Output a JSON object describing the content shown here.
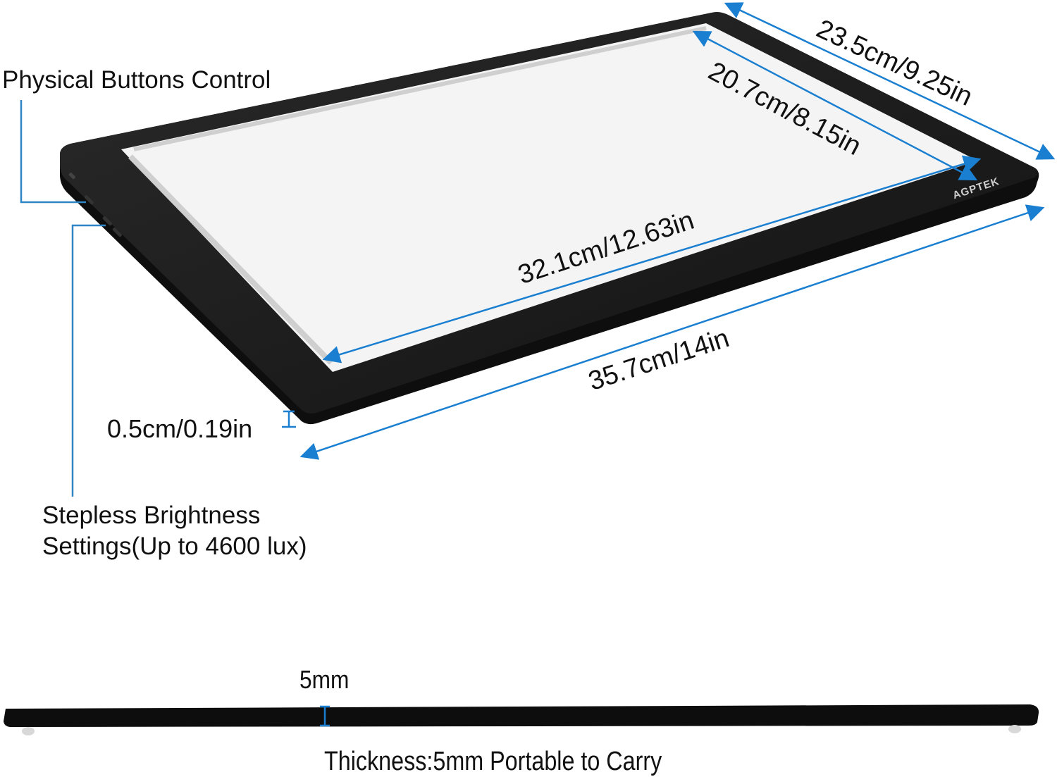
{
  "labels": {
    "physical_buttons": "Physical Buttons Control",
    "brightness_line1": "Stepless Brightness",
    "brightness_line2": "Settings(Up to 4600 lux)",
    "edge_thickness": "0.5cm/0.19in",
    "thickness_value": "5mm",
    "thickness_caption": "Thickness:5mm Portable to Carry"
  },
  "dimensions": {
    "outer_width": "23.5cm/9.25in",
    "inner_width": "20.7cm/8.15in",
    "inner_length": "32.1cm/12.63in",
    "outer_length": "35.7cm/14in"
  },
  "brand": {
    "logo_text": "AGPTEK"
  },
  "colors": {
    "arrow_blue": "#1a7fd0",
    "callout_blue": "#2f86c6",
    "bezel": "#1c1c1c",
    "screen": "#f4f4f4",
    "text": "#111111"
  }
}
